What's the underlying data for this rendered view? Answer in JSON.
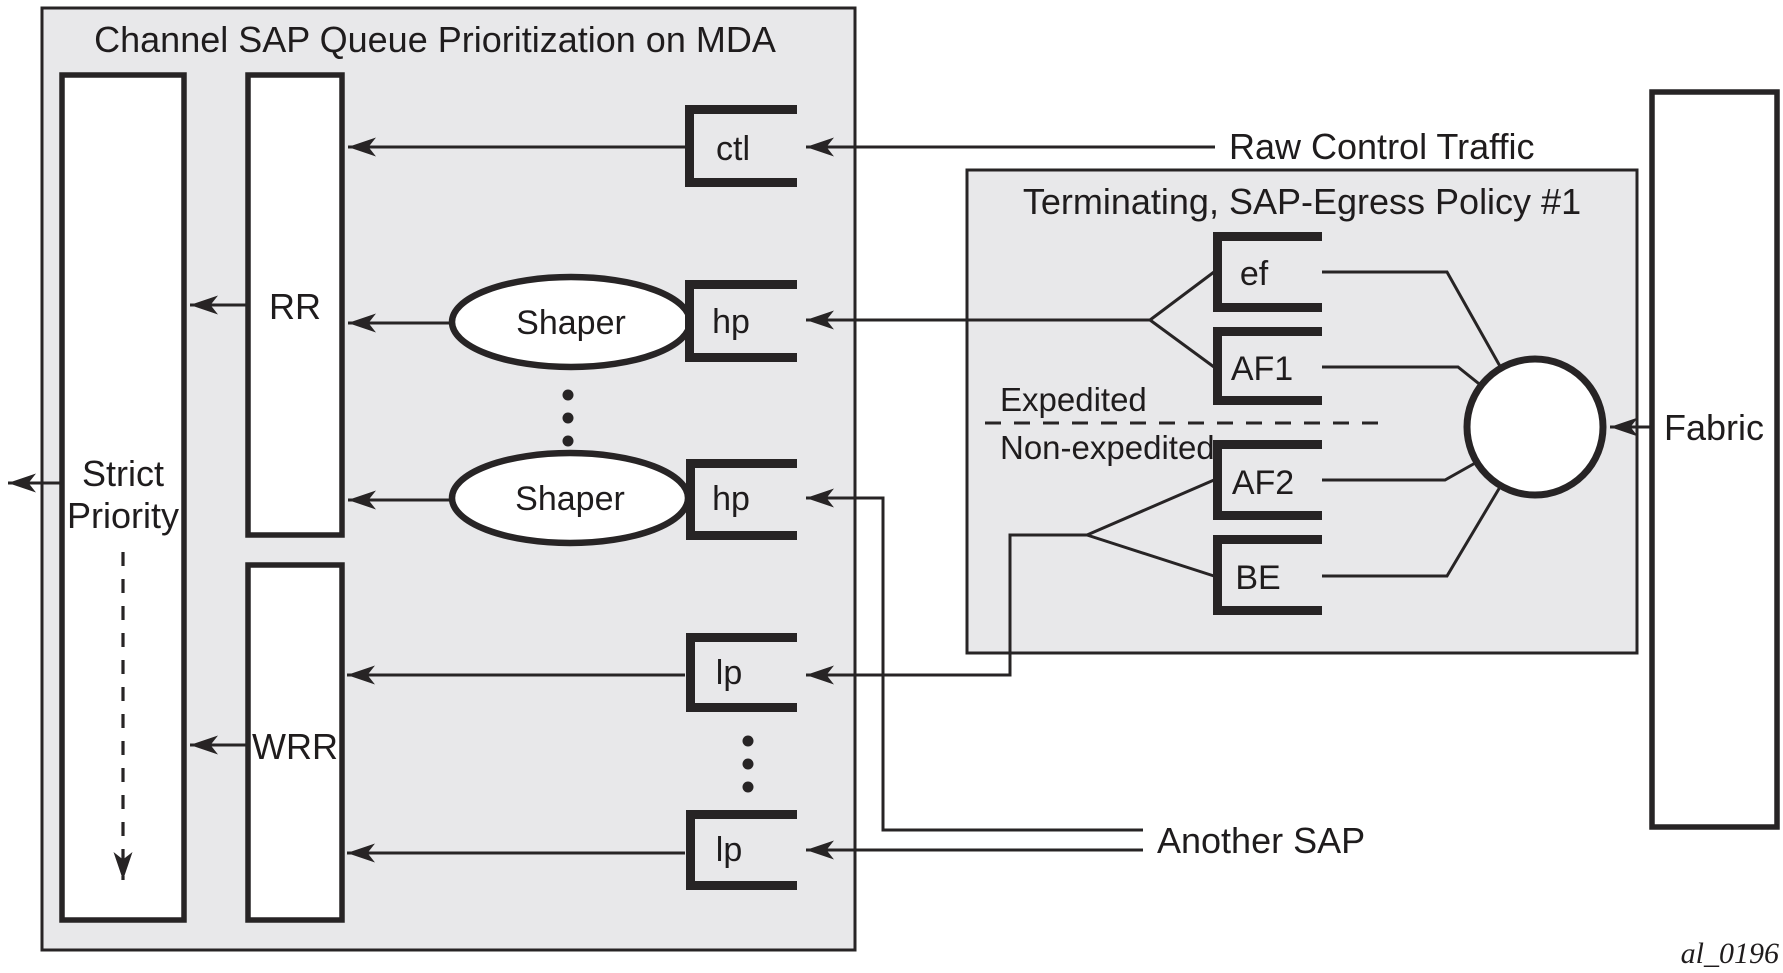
{
  "colors": {
    "box_fill": "#e8e8ea",
    "line": "#272425",
    "white": "#ffffff"
  },
  "mda": {
    "title": "Channel SAP Queue Prioritization on MDA",
    "strict_priority_line1": "Strict",
    "strict_priority_line2": "Priority",
    "rr": "RR",
    "wrr": "WRR",
    "shaper_top": "Shaper",
    "shaper_bottom": "Shaper",
    "queue_ctl": "ctl",
    "queue_hp_top": "hp",
    "queue_hp_bottom": "hp",
    "queue_lp_top": "lp",
    "queue_lp_bottom": "lp"
  },
  "egress_policy": {
    "title": "Terminating, SAP-Egress Policy #1",
    "expedited_label": "Expedited",
    "non_expedited_label": "Non-expedited",
    "queue_ef": "ef",
    "queue_af1": "AF1",
    "queue_af2": "AF2",
    "queue_be": "BE"
  },
  "labels": {
    "raw_control_traffic": "Raw Control Traffic",
    "another_sap": "Another SAP",
    "fabric": "Fabric",
    "watermark": "al_0196"
  }
}
